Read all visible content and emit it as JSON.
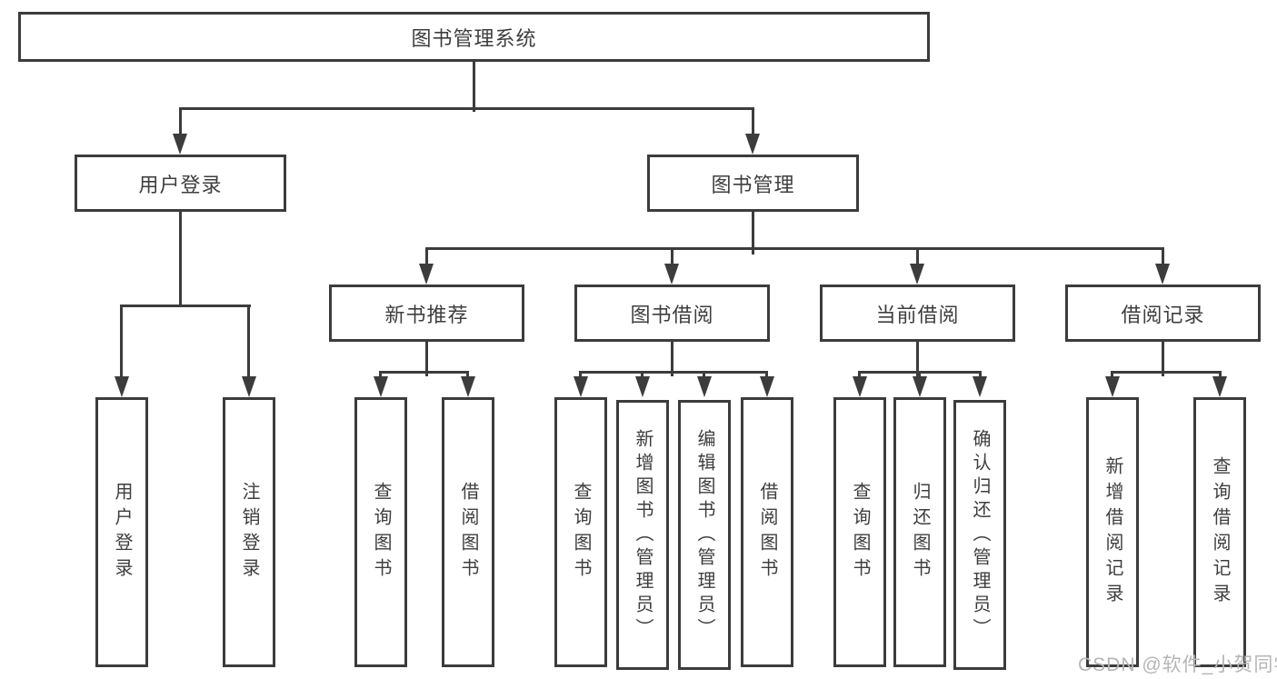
{
  "diagram": {
    "root": {
      "label": "图书管理系统"
    },
    "branches": [
      {
        "label": "用户登录",
        "children": [
          {
            "label": "用户登录"
          },
          {
            "label": "注销登录"
          }
        ]
      },
      {
        "label": "图书管理",
        "children": [
          {
            "label": "新书推荐",
            "children": [
              {
                "label": "查询图书"
              },
              {
                "label": "借阅图书"
              }
            ]
          },
          {
            "label": "图书借阅",
            "children": [
              {
                "label": "查询图书"
              },
              {
                "label": "新增图书（管理员）"
              },
              {
                "label": "编辑图书（管理员）"
              },
              {
                "label": "借阅图书"
              }
            ]
          },
          {
            "label": "当前借阅",
            "children": [
              {
                "label": "查询图书"
              },
              {
                "label": "归还图书"
              },
              {
                "label": "确认归还（管理员）"
              }
            ]
          },
          {
            "label": "借阅记录",
            "children": [
              {
                "label": "新增借阅记录"
              },
              {
                "label": "查询借阅记录"
              }
            ]
          }
        ]
      }
    ],
    "line_color": "#3c3c3c",
    "text_color": "#3e3e3e"
  },
  "watermark": {
    "text": "CSDN @软件_小贺同学",
    "color": "#b5b5b5"
  }
}
